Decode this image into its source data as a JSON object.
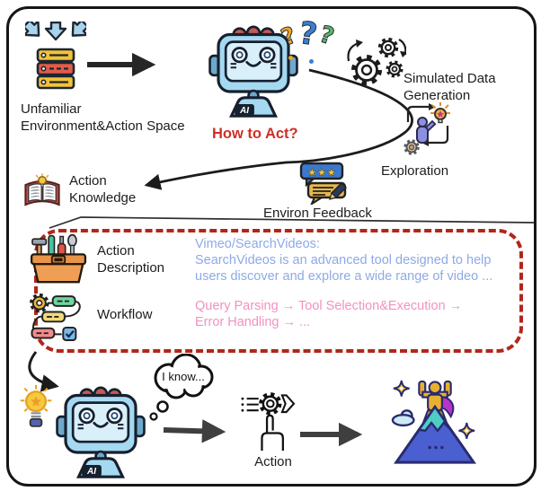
{
  "colors": {
    "ink": "#1c1c1c",
    "question_red": "#ce3026",
    "description_blue": "#8ea9e8",
    "workflow_pink": "#f291c1",
    "dashed_red": "#b22619"
  },
  "top_flow": {
    "environment_label": [
      "Unfamiliar",
      "Environment&Action Space"
    ],
    "robot_badge": "AI",
    "question_text": "How to Act?",
    "question_marks": [
      "?",
      "?",
      "?"
    ],
    "simulated_label": [
      "Simulated Data",
      "Generation"
    ],
    "exploration_label": "Exploration",
    "knowledge_label": [
      "Action",
      "Knowledge"
    ],
    "feedback_label": "Environ Feedback",
    "feedback_stars": "★★★"
  },
  "knowledge_detail": {
    "description_label": [
      "Action",
      "Description"
    ],
    "description_value": [
      "Vimeo/SearchVideos:",
      "SearchVideos is an advanced tool designed to help",
      "users discover and explore a wide range of video ..."
    ],
    "workflow_label": "Workflow",
    "workflow_value": [
      "Query Parsing → Tool Selection&Execution →",
      "Error Handling → ..."
    ]
  },
  "bottom_flow": {
    "robot_badge": "AI",
    "thought_text": "I know...",
    "action_label": "Action"
  }
}
